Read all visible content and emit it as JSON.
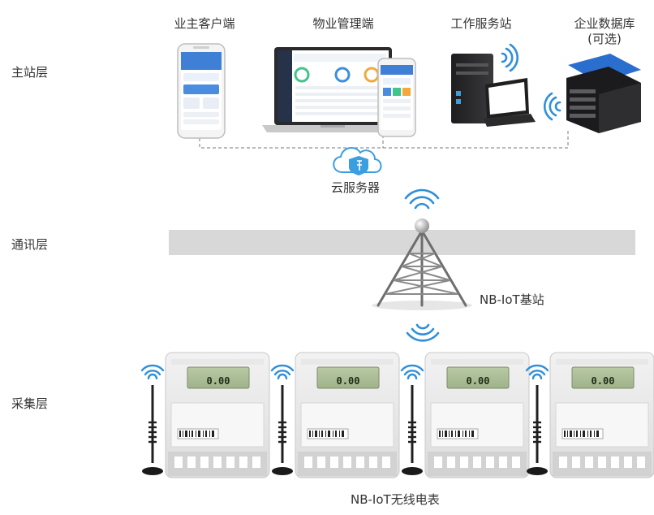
{
  "layers": {
    "master_station": "主站层",
    "communication": "通讯层",
    "acquisition": "采集层"
  },
  "terminals": {
    "owner_client": "业主客户端",
    "property_management": "物业管理端",
    "work_service_station": "工作服务站",
    "enterprise_database": "企业数据库",
    "enterprise_database_note": "(可选)"
  },
  "cloud_server": "云服务器",
  "base_station": "NB-IoT基站",
  "meters_caption": "NB-IoT无线电表",
  "meter_readout": "0.00",
  "colors": {
    "cloud_blue": "#3a9ee0",
    "signal_blue": "#2f8fd8",
    "band_gray": "#d8d8d8",
    "text": "#333333"
  }
}
